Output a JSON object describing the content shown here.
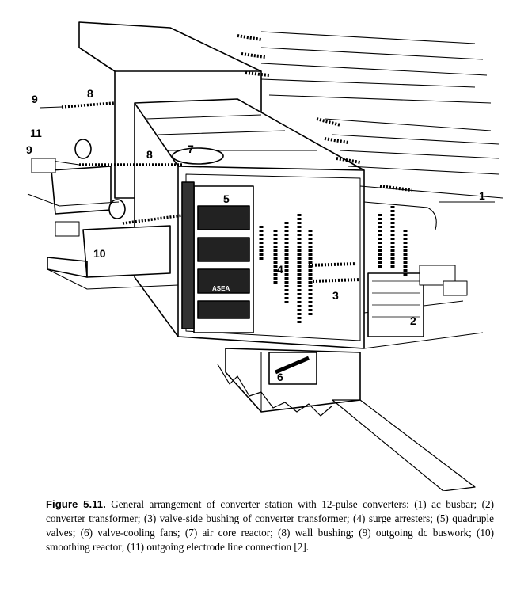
{
  "figure": {
    "callouts": [
      "1",
      "2",
      "3",
      "4",
      "5",
      "6",
      "7",
      "8",
      "8",
      "9",
      "9",
      "10",
      "11"
    ],
    "valve_label": "ASEA"
  },
  "caption": {
    "label": "Figure 5.11.",
    "text": "General arrangement of converter station with 12-pulse converters: (1) ac busbar; (2) converter transformer; (3) valve-side bushing of converter transformer; (4) surge arresters; (5) quadruple valves; (6) valve-cooling fans; (7) air core reactor; (8) wall bushing; (9) outgoing dc buswork; (10) smoothing reactor; (11) outgoing electrode line connection [2]."
  }
}
